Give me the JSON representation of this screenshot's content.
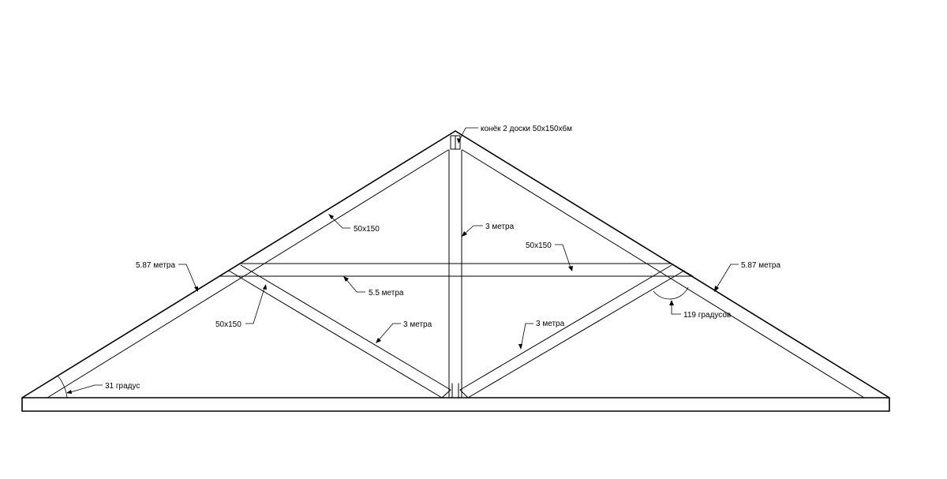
{
  "colors": {
    "line": "#000000",
    "background": "#ffffff"
  },
  "labels": {
    "ridge": "конёк 2 доски 50х150х6м",
    "rafter_left": "5.87 метра",
    "rafter_right": "5.87 метра",
    "strut_upper_left": "50х150",
    "post": "3 метра",
    "collar_section": "50х150",
    "collar_length": "5.5 метра",
    "brace_left_section": "50х150",
    "brace_left_length": "3 метра",
    "brace_right_length": "3 метра",
    "angle_right": "119 градусов",
    "angle_left": "31 градус"
  }
}
